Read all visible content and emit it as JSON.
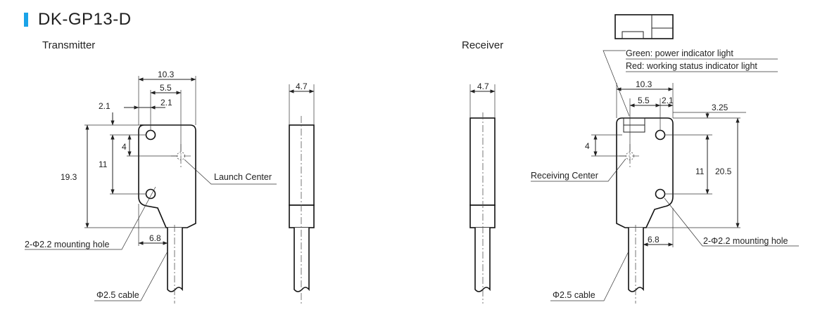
{
  "title": "DK-GP13-D",
  "accent_color": "#1aa3e8",
  "transmitter": {
    "label": "Transmitter",
    "dims": {
      "width_total": "10.3",
      "hole_offset": "5.5",
      "small_offset": "2.1",
      "top_gap": "2.1",
      "center_drop": "4",
      "hole_spacing": "11",
      "height": "19.3",
      "thickness": "4.7",
      "stem_offset": "6.8"
    },
    "callouts": {
      "center": "Launch Center",
      "mounting": "2-Φ2.2 mounting hole",
      "cable": "Φ2.5 cable"
    }
  },
  "receiver": {
    "label": "Receiver",
    "dims": {
      "thickness": "4.7",
      "width_total": "10.3",
      "hole_offset": "5.5",
      "small_offset": "2.1",
      "top_gap": "3.25",
      "center_drop": "4",
      "hole_spacing": "11",
      "height": "20.5",
      "stem_offset": "6.8"
    },
    "callouts": {
      "center": "Receiving Center",
      "mounting": "2-Φ2.2 mounting hole",
      "cable": "Φ2.5 cable",
      "indicator_green": "Green: power indicator light",
      "indicator_red": "Red: working status indicator light"
    }
  }
}
